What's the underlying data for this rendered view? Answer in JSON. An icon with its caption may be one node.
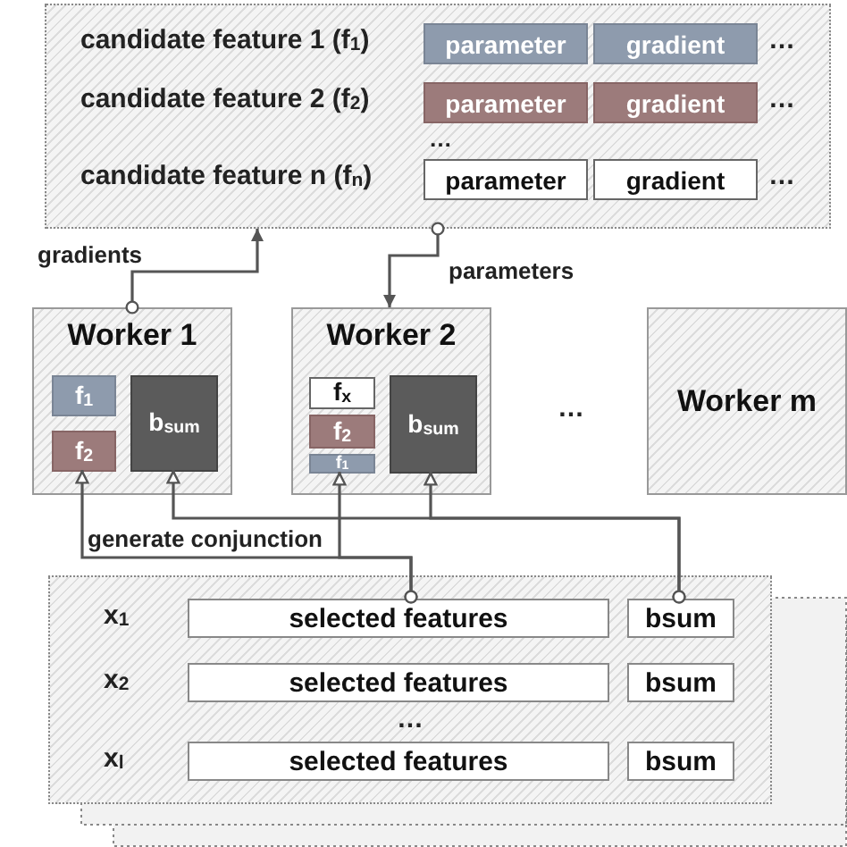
{
  "diagram": {
    "nodes": [
      {
        "text": [],
        "shape": "box"
      },
      {
        "text": [
          "parameter"
        ],
        "in": 0
      },
      {
        "text": [
          "gradient"
        ],
        "in": 0
      },
      {
        "text": [
          "parameter"
        ],
        "in": 0
      },
      {
        "text": [
          "gradient"
        ],
        "in": 0
      },
      {
        "text": [
          "parameter"
        ],
        "in": 0
      },
      {
        "text": [
          "gradient"
        ],
        "in": 0
      },
      {
        "text": [
          "Worker 1"
        ]
      },
      {
        "text": [
          "f$_{1}$"
        ],
        "in": 7
      },
      {
        "text": [
          "f$_{2}$"
        ],
        "in": 7
      },
      {
        "text": [
          "b$_{sum}$"
        ],
        "in": 7
      },
      {
        "text": [
          "Worker 2"
        ]
      },
      {
        "text": [
          "f$_{x}$"
        ],
        "in": 11
      },
      {
        "text": [
          "f$_{2}$"
        ],
        "in": 11
      },
      {
        "text": [
          "f$_{1}$"
        ],
        "in": 11
      },
      {
        "text": [
          "b$_{sum}$"
        ],
        "in": 11
      },
      {
        "text": [
          "Worker m"
        ]
      },
      {
        "text": [],
        "shape": "box"
      },
      {
        "text": [
          "selected features"
        ],
        "in": 17
      },
      {
        "text": [
          "bsum"
        ],
        "in": 17
      },
      {
        "text": [
          "selected features"
        ],
        "in": 17
      },
      {
        "text": [
          "bsum"
        ],
        "in": 17
      },
      {
        "text": [
          "selected features"
        ],
        "in": 17
      },
      {
        "text": [
          "bsum"
        ],
        "in": 17
      }
    ],
    "edges": [
      {
        "from": 7,
        "to": 0,
        "arrow": "to",
        "label": "gradients"
      },
      {
        "from": 0,
        "to": 11,
        "arrow": "to",
        "label": "parameters"
      },
      {
        "from": 18,
        "to": 9,
        "arrow": "to",
        "label": "generate conjunction"
      },
      {
        "from": 18,
        "to": 14,
        "arrow": "to"
      },
      {
        "from": 19,
        "to": 10,
        "arrow": "to"
      },
      {
        "from": 19,
        "to": 15,
        "arrow": "to"
      }
    ],
    "labels": [
      "candidate feature 1 (f$_{1}$)",
      "…",
      "candidate feature 2 (f$_{2}$)",
      "…",
      "…",
      "candidate feature n (f$_{n}$)",
      "…",
      "…",
      "x$_{1}$",
      "x$_{2}$",
      "…",
      "x$_{l}$"
    ]
  }
}
